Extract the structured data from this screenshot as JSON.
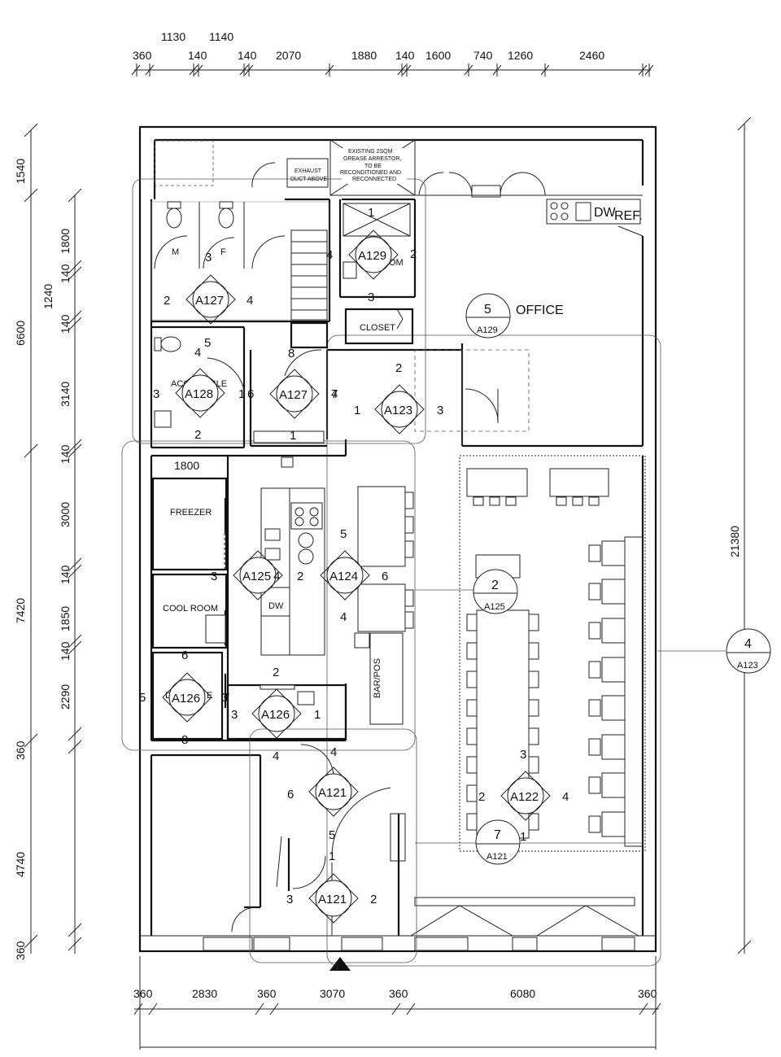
{
  "dims_top_row1": [
    "1130",
    "1140"
  ],
  "dims_top_row2": [
    "360",
    "140",
    "140",
    "2070",
    "1880",
    "140",
    "1600",
    "740",
    "1260",
    "2460"
  ],
  "dims_bottom": [
    "360",
    "2830",
    "360",
    "3070",
    "360",
    "6080",
    "360"
  ],
  "dims_left_outer": [
    "1540",
    "6600",
    "7420",
    "4740"
  ],
  "dims_left_inner": [
    "1800",
    "140",
    "1240",
    "140",
    "3140",
    "140",
    "3000",
    "140",
    "1850",
    "140",
    "2290",
    "360",
    "360"
  ],
  "dim_right_total": "21380",
  "rooms": {
    "grease": [
      "EXISTING 2SQM",
      "GREASE ARRESTOR,",
      "TO BE",
      "RECONDITIONED AND",
      "RECONNECTED"
    ],
    "exhaust": [
      "EXHAUST",
      "DUCT ABOVE"
    ],
    "closet": "CLOSET",
    "office": "OFFICE",
    "accessible": "ACCESSIBLE",
    "freezer": "FREEZER",
    "cool_room": "COOL ROOM",
    "bar": "BAR/POS",
    "dw_sink": "DW",
    "dw_top": "DW",
    "ref": "REF.",
    "wc_m": "M",
    "wc_f": "F",
    "dry_store_frag": "D",
    "dry_store_frag2": "E",
    "room_frag": "OM"
  },
  "dims_misc": {
    "d1800": "1800"
  },
  "elevation_markers": [
    {
      "ref": "A127"
    },
    {
      "ref": "A128"
    },
    {
      "ref": "A127"
    },
    {
      "ref": "A129"
    },
    {
      "ref": "A123"
    },
    {
      "ref": "A125"
    },
    {
      "ref": "A124"
    },
    {
      "ref": "A126"
    },
    {
      "ref": "A126"
    },
    {
      "ref": "A121"
    },
    {
      "ref": "A121"
    },
    {
      "ref": "A122"
    }
  ],
  "section_markers": [
    {
      "num": "5",
      "ref": "A129"
    },
    {
      "num": "2",
      "ref": "A125"
    },
    {
      "num": "7",
      "ref": "A121"
    },
    {
      "num": "4",
      "ref": "A123"
    }
  ],
  "view_numbers": [
    "1",
    "2",
    "3",
    "4",
    "4",
    "2",
    "4",
    "3",
    "2",
    "5",
    "4",
    "3",
    "1",
    "6",
    "8",
    "1",
    "7",
    "2",
    "1",
    "3",
    "4",
    "5",
    "6",
    "3",
    "2",
    "4",
    "6",
    "5",
    "7",
    "8",
    "3",
    "1",
    "2",
    "4",
    "4",
    "6",
    "5",
    "1",
    "3",
    "2",
    "3",
    "2",
    "4",
    "1",
    "3"
  ]
}
